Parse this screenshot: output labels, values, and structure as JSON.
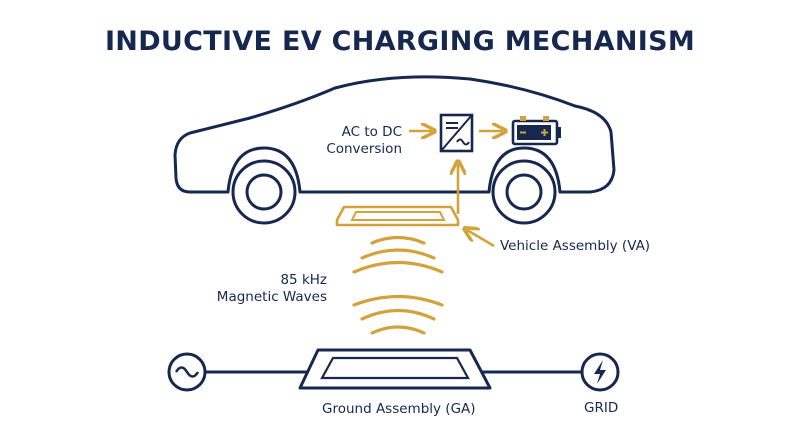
{
  "title": "INDUCTIVE EV CHARGING MECHANISM",
  "labels": {
    "conversion_line1": "AC to DC",
    "conversion_line2": "Conversion",
    "vehicle_assembly": "Vehicle Assembly (VA)",
    "waves_line1": "85 kHz",
    "waves_line2": "Magnetic Waves",
    "ground_assembly": "Ground Assembly (GA)",
    "grid": "GRID"
  },
  "icons": {
    "converter": "ac-dc-converter-icon",
    "battery": "battery-icon",
    "ac_source": "ac-sine-icon",
    "grid": "lightning-bolt-icon"
  },
  "colors": {
    "navy": "#16284f",
    "gold": "#d4a23a"
  }
}
